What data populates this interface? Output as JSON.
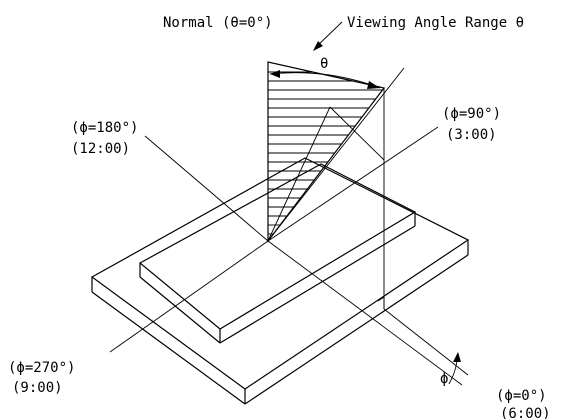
{
  "labels": {
    "normal": "Normal (θ=0°)",
    "viewing_angle_range": "Viewing Angle Range θ",
    "theta_symbol": "θ",
    "phi_symbol": "ϕ",
    "dir_90_angle": "(ϕ=90°)",
    "dir_90_clock": "(3:00)",
    "dir_180_angle": "(ϕ=180°)",
    "dir_180_clock": "(12:00)",
    "dir_270_angle": "(ϕ=270°)",
    "dir_270_clock": "(9:00)",
    "dir_0_angle": "(ϕ=0°)",
    "dir_0_clock": "(6:00)"
  },
  "colors": {
    "line": "#000000",
    "background": "#ffffff"
  }
}
